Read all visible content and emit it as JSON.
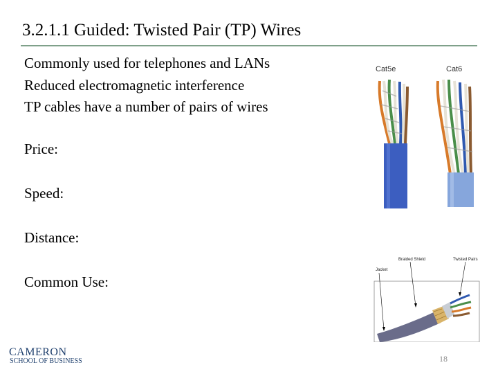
{
  "slide": {
    "title": "3.2.1.1  Guided:  Twisted Pair (TP) Wires",
    "bullets": [
      "Commonly used for telephones and LANs",
      "Reduced electromagnetic interference",
      "TP cables have a number of pairs of wires"
    ],
    "fields": {
      "price": "Price:",
      "speed": "Speed:",
      "distance": "Distance:",
      "common_use": "Common Use:"
    },
    "page_number": "18"
  },
  "photo": {
    "label_left": "Cat5e",
    "label_right": "Cat6"
  },
  "diagram": {
    "label_jacket": "Jacket",
    "label_braided_shield": "Braided Shield",
    "label_twisted_pairs": "Twisted Pairs"
  },
  "logo": {
    "line1": "CAMERON",
    "line2": "SCHOOL OF BUSINESS"
  },
  "colors": {
    "title_rule": "#7fa08a",
    "cat5e_jacket": "#3c5ec0",
    "cat6_jacket": "#86a6dc",
    "logo": "#1e3f6d"
  }
}
